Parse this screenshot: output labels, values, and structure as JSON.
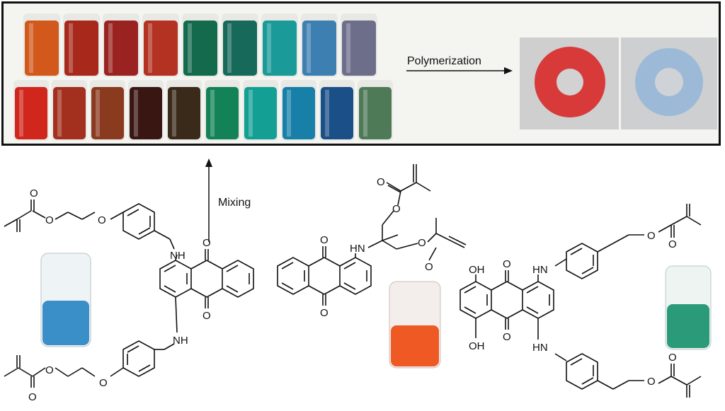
{
  "labels": {
    "polymerization": "Polymerization",
    "mixing": "Mixing"
  },
  "atoms": {
    "nh": "NH",
    "hn": "HN",
    "o": "O",
    "oh": "OH"
  },
  "colors": {
    "top_row": [
      "#d2581c",
      "#a8281c",
      "#9a2220",
      "#b43222",
      "#136a4c",
      "#17695a",
      "#1a9a98",
      "#3d7fb0",
      "#6c6e8a"
    ],
    "bottom_row": [
      "#d0261c",
      "#a3301e",
      "#8a3a1e",
      "#3a1612",
      "#3a2a1a",
      "#138257",
      "#149f95",
      "#187fa8",
      "#1a4f87",
      "#4e7a58"
    ],
    "disc_red": "#d83a3a",
    "disc_blue": "#9cbad8",
    "vial_blue": "#3b8fc9",
    "vial_orange": "#ef5a24",
    "vial_green": "#2a9a78"
  },
  "icons": [
    "arrow-right-icon",
    "arrow-up-icon"
  ]
}
